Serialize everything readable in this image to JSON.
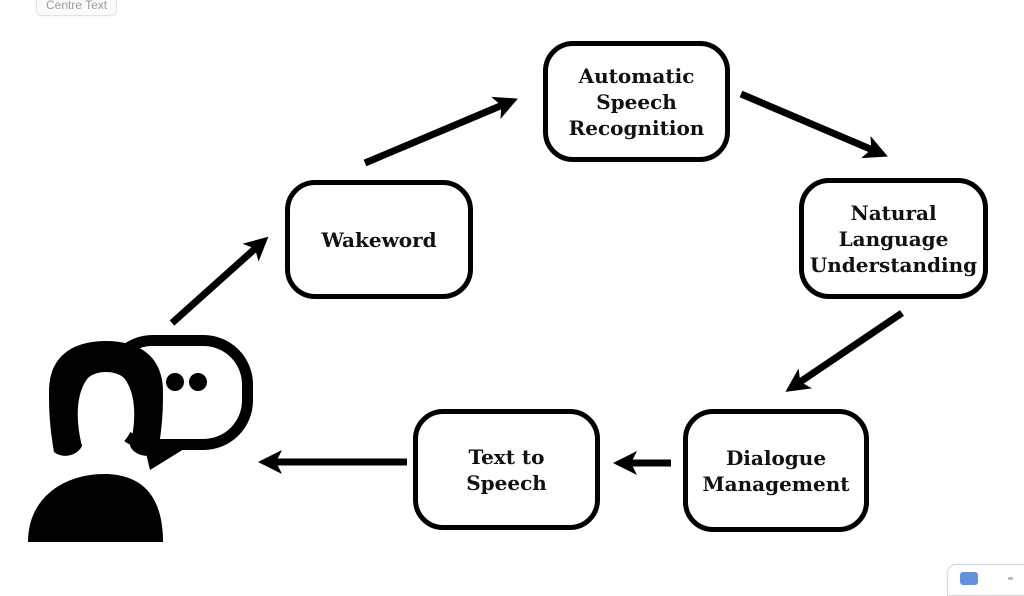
{
  "canvas_chip": {
    "label": "Centre Text"
  },
  "diagram": {
    "title_hint": "voice assistant pipeline loop",
    "nodes": [
      {
        "id": "wakeword",
        "label": "Wakeword"
      },
      {
        "id": "automatic-speech-recognition",
        "label": "Automatic Speech Recognition"
      },
      {
        "id": "natural-language-understanding",
        "label": "Natural Language Understanding"
      },
      {
        "id": "dialogue-management",
        "label": "Dialogue Management"
      },
      {
        "id": "text-to-speech",
        "label": "Text to Speech"
      }
    ],
    "edges": [
      {
        "from": "user-speaking",
        "to": "wakeword"
      },
      {
        "from": "wakeword",
        "to": "automatic-speech-recognition"
      },
      {
        "from": "automatic-speech-recognition",
        "to": "natural-language-understanding"
      },
      {
        "from": "natural-language-understanding",
        "to": "dialogue-management"
      },
      {
        "from": "dialogue-management",
        "to": "text-to-speech"
      },
      {
        "from": "text-to-speech",
        "to": "user-speaking"
      }
    ],
    "colors": {
      "stroke": "#000000",
      "node_fill": "#ffffff"
    }
  },
  "icons": {
    "user": "person-with-speech-bubble-icon"
  },
  "corner_panel": {
    "accent_color": "#6292da"
  }
}
